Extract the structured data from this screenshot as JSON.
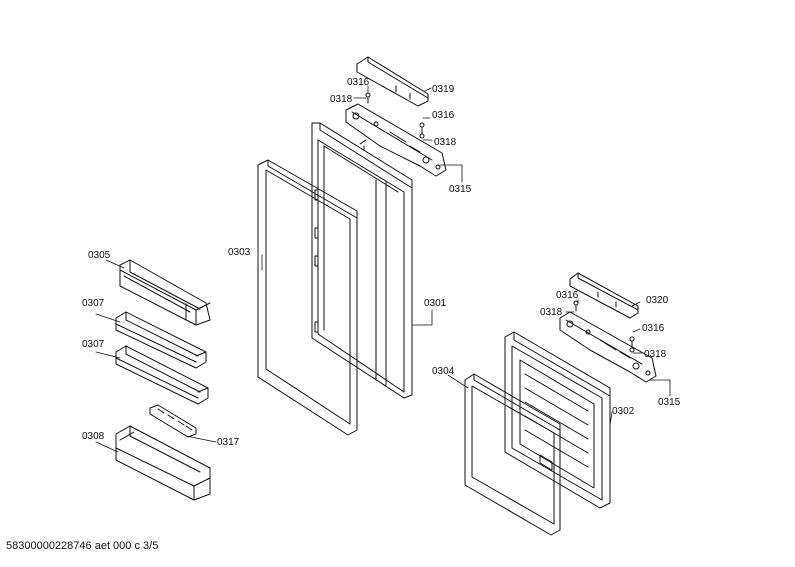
{
  "callouts": {
    "c0316_a": "0316",
    "c0318_a": "0318",
    "c0319": "0319",
    "c0316_b": "0316",
    "c0318_b": "0318",
    "c0315_a": "0315",
    "c0303": "0303",
    "c0301": "0301",
    "c0305": "0305",
    "c0307_a": "0307",
    "c0307_b": "0307",
    "c0308": "0308",
    "c0317": "0317",
    "c0316_c": "0316",
    "c0318_c": "0318",
    "c0320": "0320",
    "c0316_d": "0316",
    "c0318_d": "0318",
    "c0315_b": "0315",
    "c0304": "0304",
    "c0302": "0302"
  },
  "footer": "58300000228746 aet 000 c 3/5"
}
